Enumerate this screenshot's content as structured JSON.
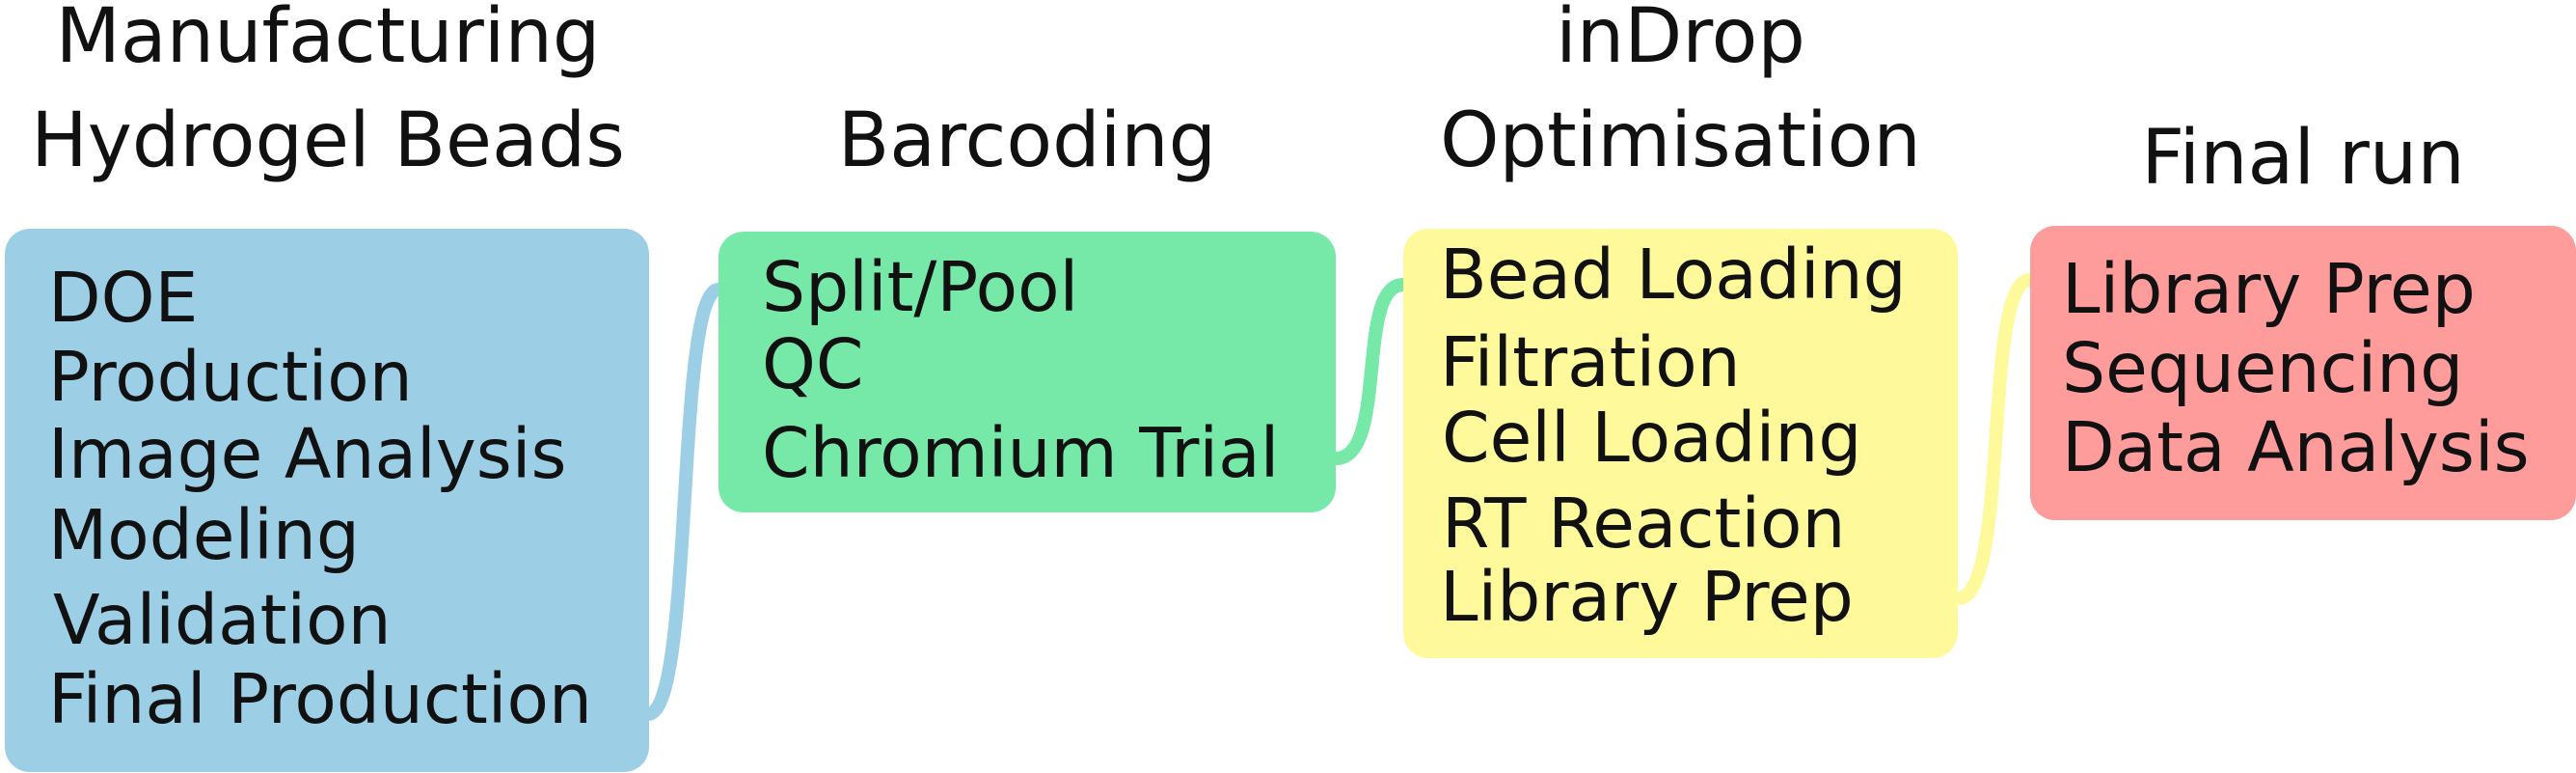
{
  "colors": {
    "manufacturing": "#9ccfe6",
    "barcoding": "#76e8a8",
    "indrop": "#fefa9c",
    "final": "#fe9c9c",
    "text": "#111111"
  },
  "stages": [
    {
      "id": "manufacturing",
      "title": [
        "Manufacturing",
        "Hydrogel Beads"
      ],
      "items": [
        "DOE",
        "Production",
        "Image Analysis",
        "Modeling",
        "Validation",
        "Final Production"
      ]
    },
    {
      "id": "barcoding",
      "title": [
        "Barcoding"
      ],
      "items": [
        "Split/Pool",
        "QC",
        "Chromium Trial"
      ]
    },
    {
      "id": "indrop",
      "title": [
        "inDrop",
        "Optimisation"
      ],
      "items": [
        "Bead Loading",
        "Filtration",
        "Cell Loading",
        "RT Reaction",
        "Library Prep"
      ]
    },
    {
      "id": "final",
      "title": [
        "Final run"
      ],
      "items": [
        "Library Prep",
        "Sequencing",
        "Data Analysis"
      ]
    }
  ]
}
